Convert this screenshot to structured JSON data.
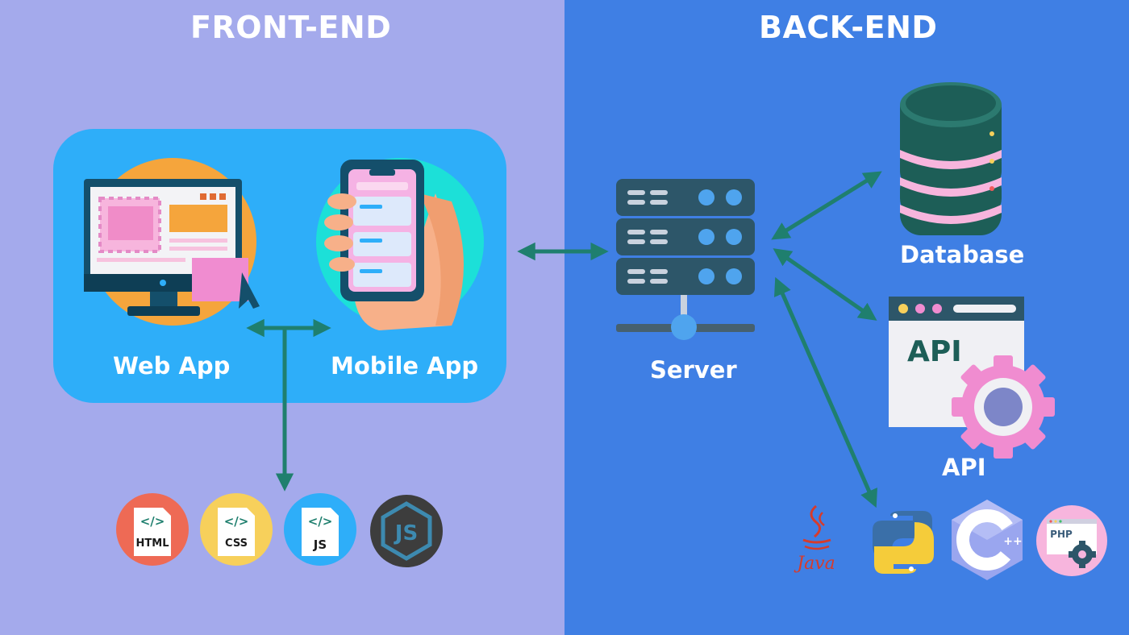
{
  "front_end": {
    "heading": "FRONT-END",
    "web_app_label": "Web App",
    "mobile_app_label": "Mobile App",
    "tech_icons": [
      {
        "text": "HTML",
        "name": "html-icon",
        "color": "#ee6a55"
      },
      {
        "text": "CSS",
        "name": "css-icon",
        "color": "#f7d05b"
      },
      {
        "text": "JS",
        "name": "js-icon",
        "color": "#2eaef9"
      },
      {
        "text": "",
        "name": "nodejs-icon",
        "color": "#3d3d3d"
      }
    ]
  },
  "back_end": {
    "heading": "BACK-END",
    "server_label": "Server",
    "database_label": "Database",
    "api_label": "API",
    "api_window_text": "API",
    "language_icons": [
      {
        "text": "Java",
        "name": "java-icon"
      },
      {
        "text": "",
        "name": "python-icon"
      },
      {
        "text": "++",
        "name": "cpp-icon"
      },
      {
        "text": "PHP",
        "name": "php-icon"
      }
    ]
  },
  "colors": {
    "front_bg": "#a4aaec",
    "back_bg": "#3f7fe4",
    "panel": "#2eaef9",
    "arrow": "#1f7f6e",
    "server": "#2d5669",
    "database": "#1d5e57"
  }
}
